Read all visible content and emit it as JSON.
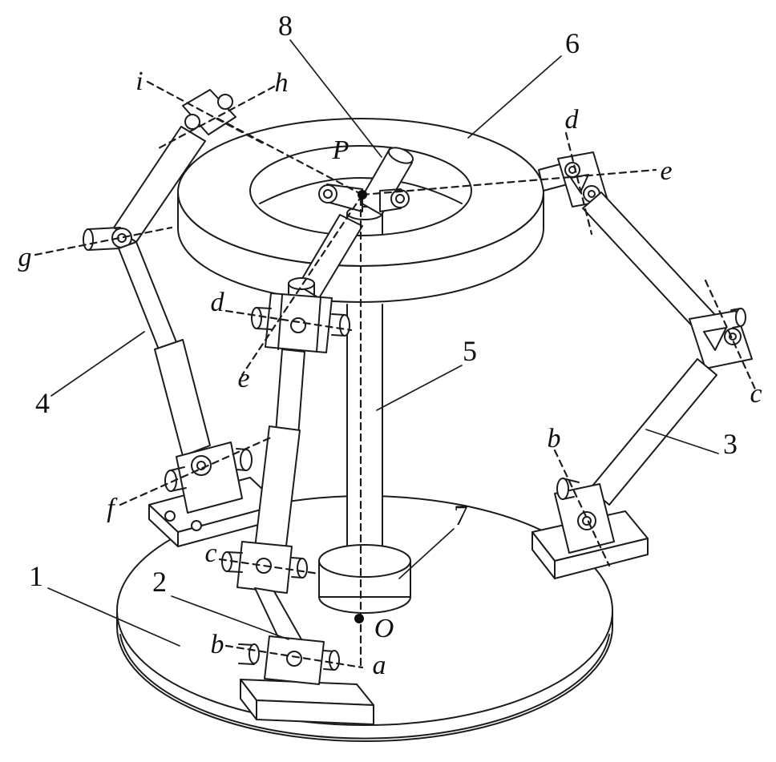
{
  "figure": {
    "kind": "patent-line-drawing",
    "description": "Isometric line drawing of a three-legged parallel manipulator: circular base plate, central column, ring platform, three two-link legs with universal and revolute joints, dashed joint-axis lines and numbered callouts",
    "style": {
      "ink_color": "#1c1c1c",
      "background": "#ffffff",
      "axis_line_style": "dashed",
      "point_marker_color": "#0d0d0d"
    },
    "labels": [
      {
        "name": "callout-8",
        "text": "8"
      },
      {
        "name": "callout-6",
        "text": "6"
      },
      {
        "name": "axis-i",
        "text": "i"
      },
      {
        "name": "axis-h",
        "text": "h"
      },
      {
        "name": "axis-d-upper-right",
        "text": "d"
      },
      {
        "name": "point-P",
        "text": "P"
      },
      {
        "name": "axis-e-right",
        "text": "e"
      },
      {
        "name": "axis-g",
        "text": "g"
      },
      {
        "name": "axis-d-middle",
        "text": "d"
      },
      {
        "name": "callout-5",
        "text": "5"
      },
      {
        "name": "axis-e-middle",
        "text": "e"
      },
      {
        "name": "callout-4",
        "text": "4"
      },
      {
        "name": "axis-c-right",
        "text": "c"
      },
      {
        "name": "axis-b-right",
        "text": "b"
      },
      {
        "name": "callout-3",
        "text": "3"
      },
      {
        "name": "axis-f",
        "text": "f"
      },
      {
        "name": "callout-7",
        "text": "7"
      },
      {
        "name": "axis-c-middle",
        "text": "c"
      },
      {
        "name": "callout-1",
        "text": "1"
      },
      {
        "name": "callout-2",
        "text": "2"
      },
      {
        "name": "point-O",
        "text": "O"
      },
      {
        "name": "axis-b-bottom",
        "text": "b"
      },
      {
        "name": "axis-a",
        "text": "a"
      }
    ]
  }
}
